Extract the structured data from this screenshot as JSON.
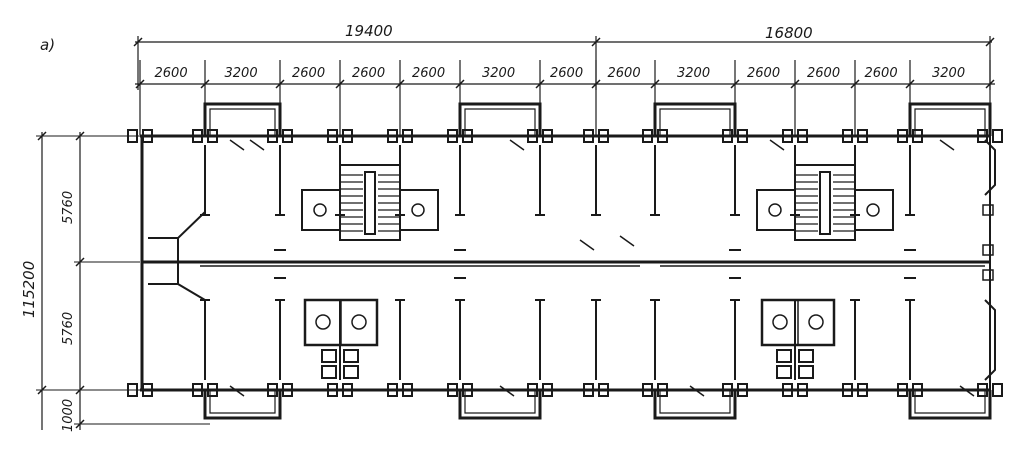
{
  "figure_label": "a)",
  "dimensions": {
    "top_totals": [
      "19400",
      "16800"
    ],
    "top_bays": [
      "2600",
      "3200",
      "2600",
      "2600",
      "2600",
      "3200",
      "2600",
      "2600",
      "3200",
      "2600",
      "2600",
      "2600",
      "3200"
    ],
    "left_total": "115200",
    "left_spans": [
      "5760",
      "5760",
      "1000"
    ]
  },
  "colors": {
    "ink": "#1a1a1a",
    "paper": "#ffffff"
  }
}
